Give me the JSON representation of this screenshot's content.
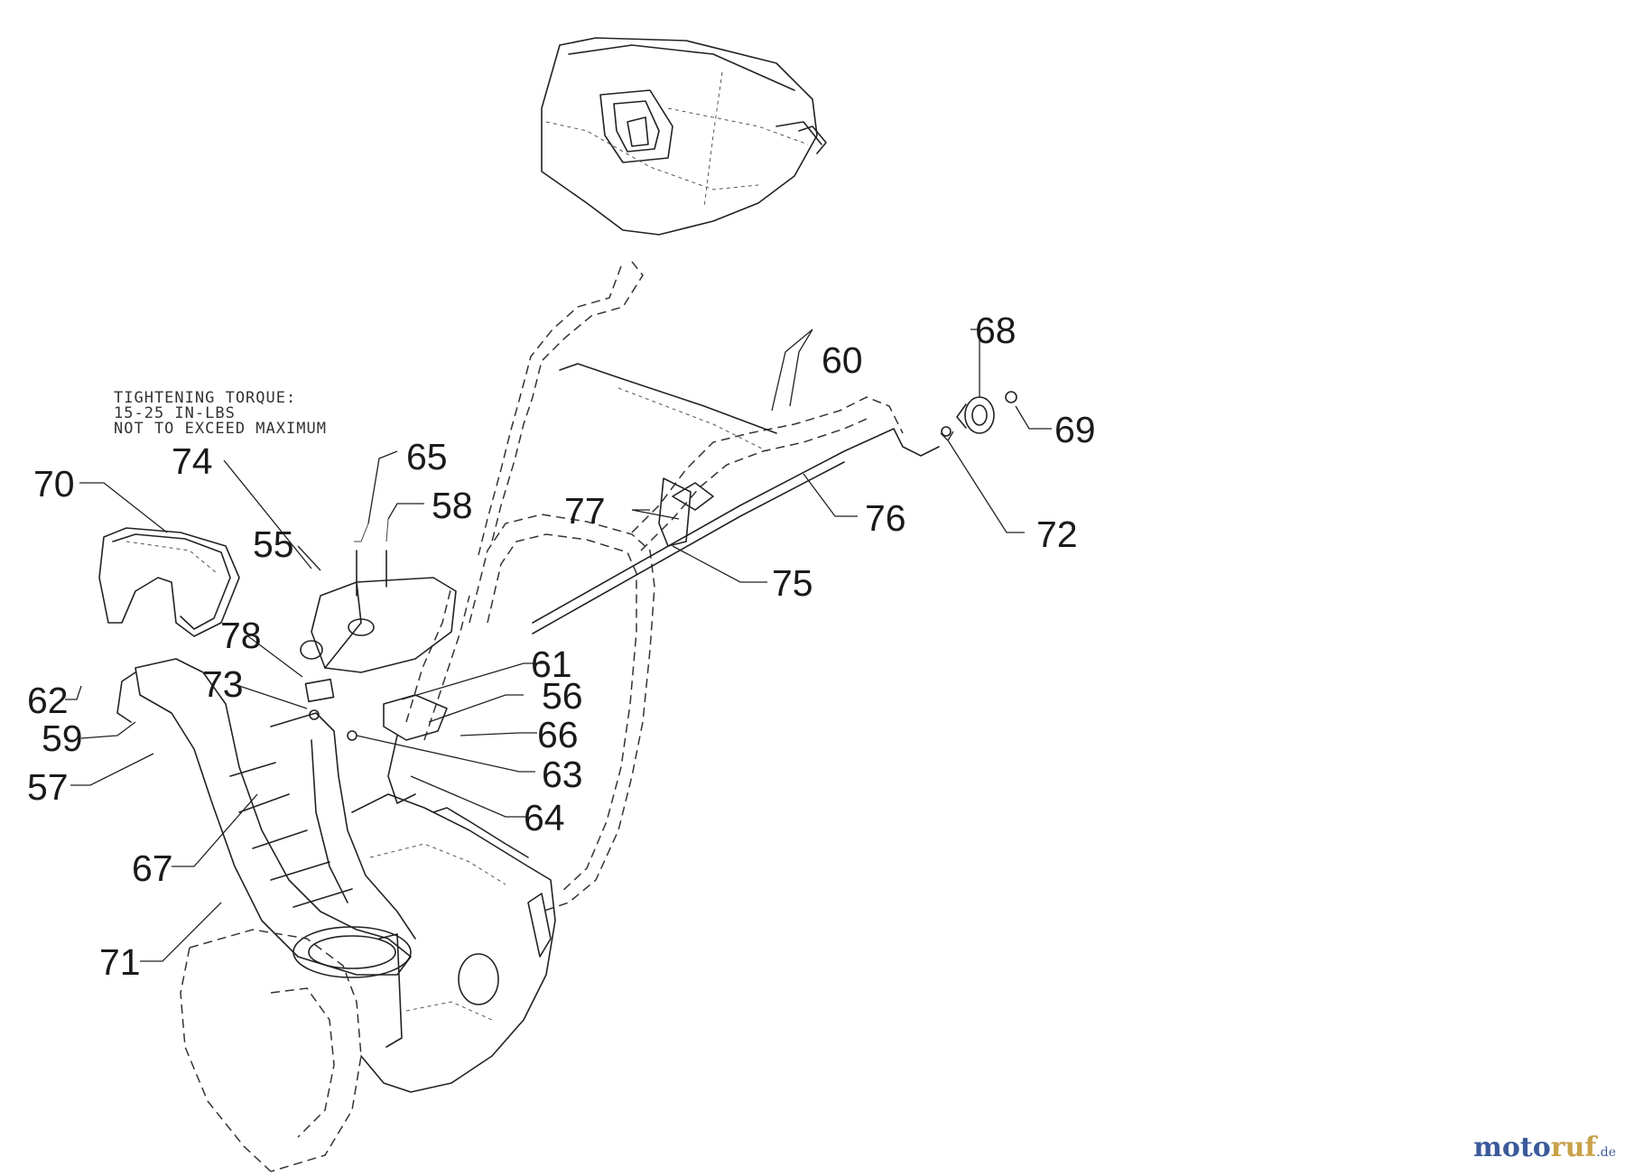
{
  "note": {
    "lines": [
      "TIGHTENING TORQUE:",
      "15-25 IN-LBS",
      "NOT TO EXCEED MAXIMUM"
    ]
  },
  "callouts": {
    "c55": "55",
    "c56": "56",
    "c57": "57",
    "c58": "58",
    "c59": "59",
    "c60": "60",
    "c61": "61",
    "c62": "62",
    "c63": "63",
    "c64": "64",
    "c65": "65",
    "c66": "66",
    "c67": "67",
    "c68": "68",
    "c69": "69",
    "c70": "70",
    "c71": "71",
    "c72": "72",
    "c73": "73",
    "c74": "74",
    "c75": "75",
    "c76": "76",
    "c77": "77",
    "c78": "78"
  },
  "watermark": {
    "brand_a": "moto",
    "brand_b": "ruf",
    "tld": ".de"
  }
}
